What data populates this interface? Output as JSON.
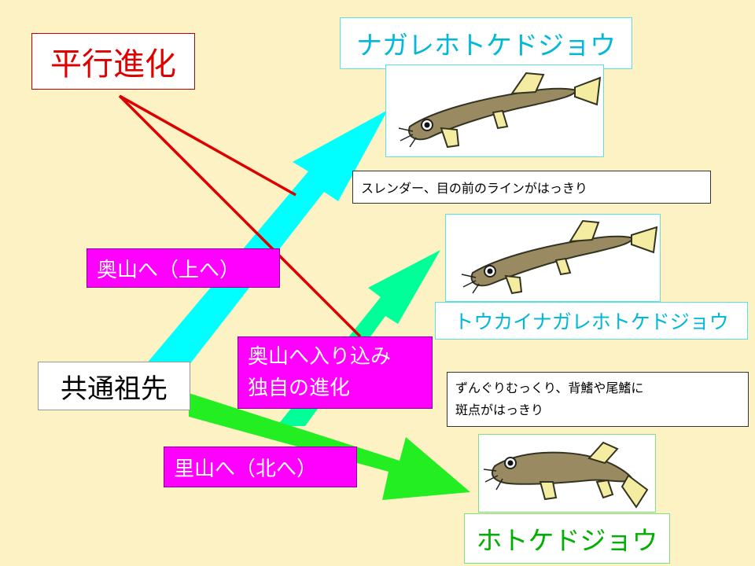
{
  "title": "平行進化",
  "ancestor": "共通祖先",
  "branches": {
    "upper": "奥山へ（上へ）",
    "middle_line1": "奥山へ入り込み",
    "middle_line2": "独自の進化",
    "lower": "里山へ（北へ）"
  },
  "species": {
    "nagare": "ナガレホトケドジョウ",
    "tokai": "トウカイナガレホトケドジョウ",
    "hotoke": "ホトケドジョウ"
  },
  "notes": {
    "slender": "スレンダー、目の前のラインがはっきり",
    "stout_line1": "ずんぐりむっくり、背鰭や尾鰭に",
    "stout_line2": "斑点がはっきり"
  },
  "colors": {
    "background": "#fdf2c4",
    "red": "#e00000",
    "cyan": "#00ffff",
    "spring_green": "#00ff99",
    "green": "#33ff33",
    "magenta": "#ff00ff"
  }
}
